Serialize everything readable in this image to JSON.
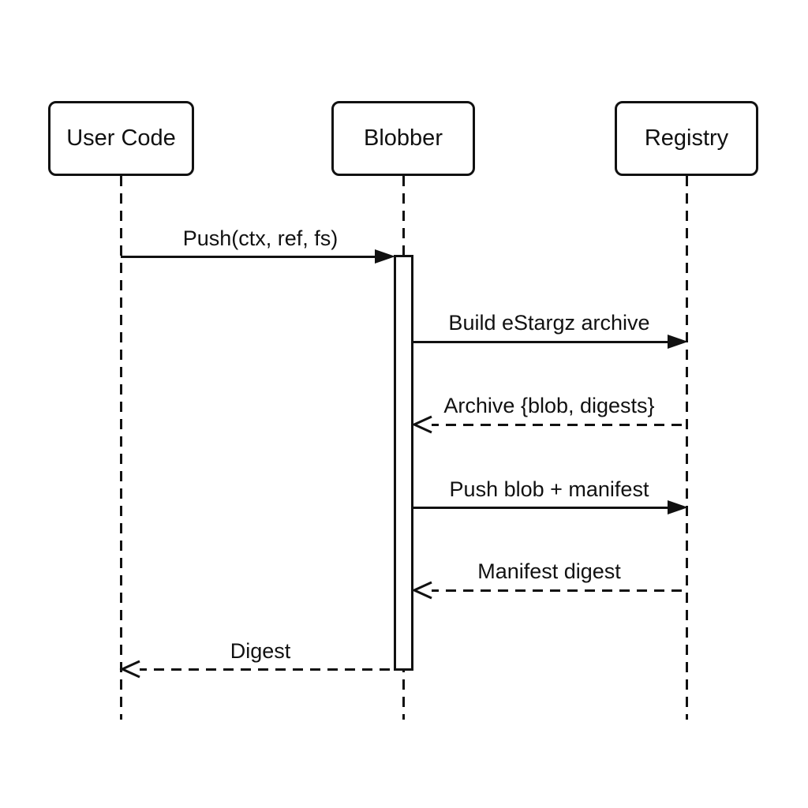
{
  "diagram": {
    "type": "sequence-diagram",
    "colors": {
      "stroke": "#111111",
      "background": "#ffffff"
    },
    "actors": [
      {
        "name": "User Code"
      },
      {
        "name": "Blobber"
      },
      {
        "name": "Registry"
      }
    ],
    "activation": {
      "actor": "Blobber",
      "from_message": "Push(ctx, ref, fs)",
      "to_message": "Digest"
    },
    "messages": [
      {
        "from": "User Code",
        "to": "Blobber",
        "label": "Push(ctx, ref, fs)",
        "line": "solid",
        "arrowhead": "filled"
      },
      {
        "from": "Blobber",
        "to": "Registry",
        "label": "Build eStargz archive",
        "line": "solid",
        "arrowhead": "filled"
      },
      {
        "from": "Registry",
        "to": "Blobber",
        "label": "Archive {blob, digests}",
        "line": "dashed",
        "arrowhead": "open"
      },
      {
        "from": "Blobber",
        "to": "Registry",
        "label": "Push blob + manifest",
        "line": "solid",
        "arrowhead": "filled"
      },
      {
        "from": "Registry",
        "to": "Blobber",
        "label": "Manifest digest",
        "line": "dashed",
        "arrowhead": "open"
      },
      {
        "from": "Blobber",
        "to": "User Code",
        "label": "Digest",
        "line": "dashed",
        "arrowhead": "open"
      }
    ]
  }
}
